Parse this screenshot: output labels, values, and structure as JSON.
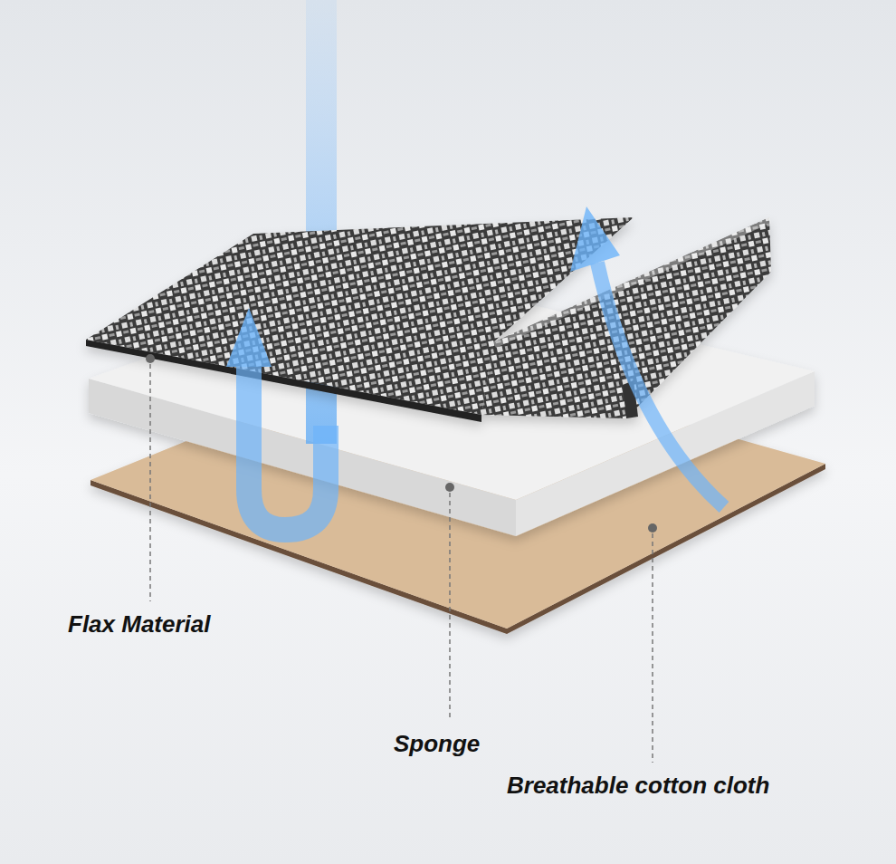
{
  "diagram": {
    "labels": [
      "Flax Material",
      "Sponge",
      "Breathable cotton cloth"
    ]
  }
}
